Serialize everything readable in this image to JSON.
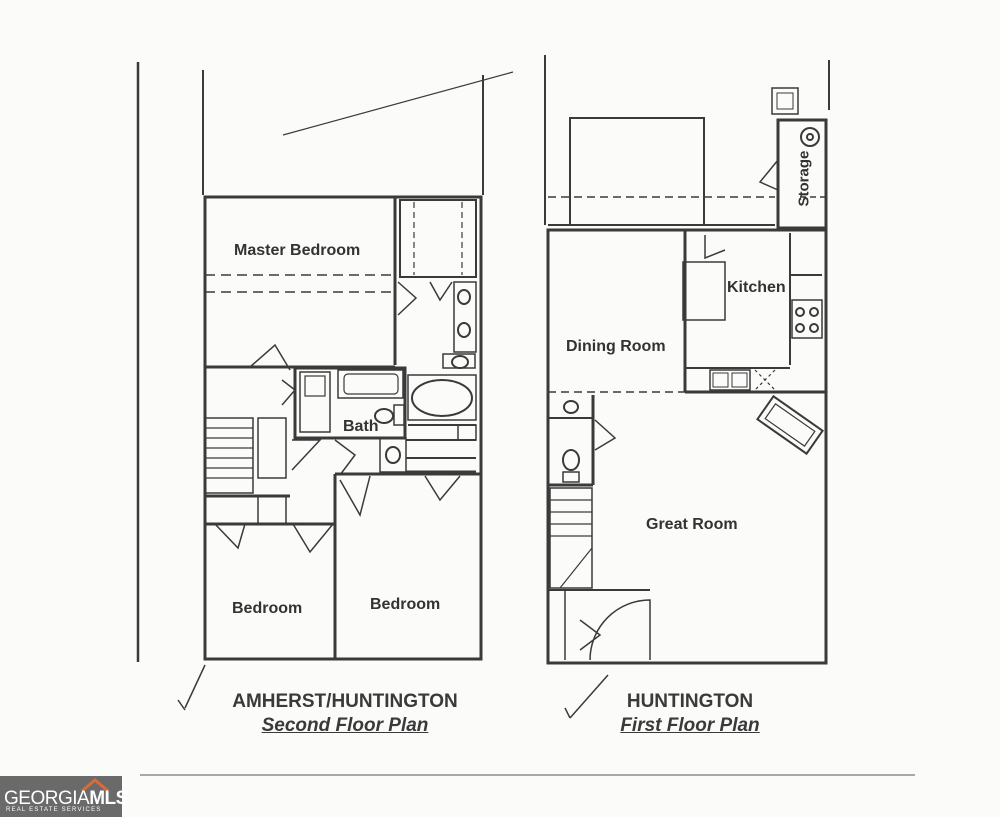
{
  "second_floor": {
    "rooms": {
      "master_bedroom": "Master Bedroom",
      "bath": "Bath",
      "bedroom_left": "Bedroom",
      "bedroom_right": "Bedroom"
    },
    "title": "AMHERST/HUNTINGTON",
    "subtitle": "Second Floor Plan"
  },
  "first_floor": {
    "rooms": {
      "kitchen": "Kitchen",
      "dining_room": "Dining Room",
      "great_room": "Great Room",
      "storage": "Storage"
    },
    "title": "HUNTINGTON",
    "subtitle": "First Floor Plan"
  },
  "logo": {
    "brand_left": "GEORGIA",
    "brand_right": "MLS",
    "tagline": "REAL ESTATE SERVICES"
  },
  "colors": {
    "wall": "#3a3a3a",
    "logo_bg": "#6a6a6a"
  }
}
